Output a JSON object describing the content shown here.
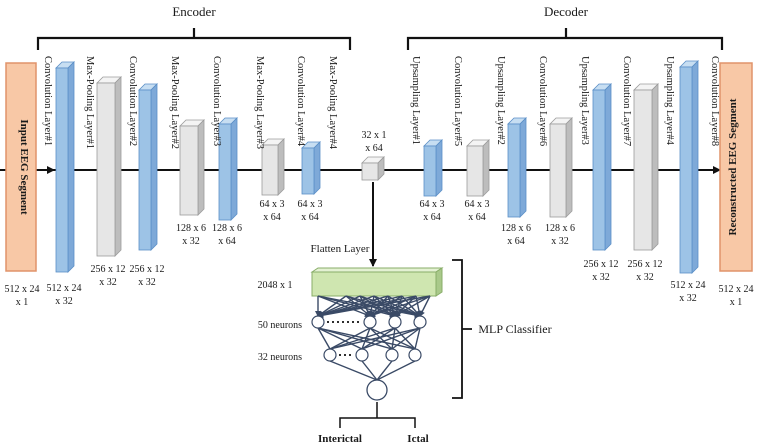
{
  "section_titles": {
    "encoder": "Encoder",
    "decoder": "Decoder"
  },
  "endpoints": {
    "input_label": "Input EEG Segment",
    "output_label": "Reconstructed EEG Segment",
    "input_dims": [
      "512 x 24",
      "x 1"
    ],
    "output_dims": [
      "512 x 24",
      "x 1"
    ]
  },
  "blocks": [
    {
      "id": "conv1",
      "kind": "conv",
      "label": "Convolution Layer#1",
      "dims": [
        "512 x 24",
        "x 32"
      ]
    },
    {
      "id": "pool1",
      "kind": "pool",
      "label": "Max-Pooling Layer#1",
      "dims": [
        "256 x 12",
        "x 32"
      ]
    },
    {
      "id": "conv2",
      "kind": "conv",
      "label": "Convolution Layer#2",
      "dims": [
        "256 x 12",
        "x 32"
      ]
    },
    {
      "id": "pool2",
      "kind": "pool",
      "label": "Max-Pooling Layer#2",
      "dims": [
        "128 x 6",
        "x 32"
      ]
    },
    {
      "id": "conv3",
      "kind": "conv",
      "label": "Convolution Layer#3",
      "dims": [
        "128 x 6",
        "x 64"
      ]
    },
    {
      "id": "pool3",
      "kind": "pool",
      "label": "Max-Pooling Layer#3",
      "dims": [
        "64 x 3",
        "x 64"
      ]
    },
    {
      "id": "conv4",
      "kind": "conv",
      "label": "Convolution Layer#4",
      "dims": [
        "64 x 3",
        "x 64"
      ]
    },
    {
      "id": "pool4",
      "kind": "pool",
      "label": "Max-Pooling Layer#4",
      "dims": []
    },
    {
      "id": "bottleneck",
      "kind": "pool",
      "label": "",
      "dims": [
        "32 x 1",
        "x 64"
      ]
    },
    {
      "id": "ups1",
      "kind": "conv",
      "label": "Upsampling Layer#1",
      "dims": [
        "64 x 3",
        "x 64"
      ]
    },
    {
      "id": "conv5",
      "kind": "pool",
      "label": "Convolution Layer#5",
      "dims": [
        "64 x 3",
        "x 64"
      ]
    },
    {
      "id": "ups2",
      "kind": "conv",
      "label": "Upsampling Layer#2",
      "dims": [
        "128 x 6",
        "x 64"
      ]
    },
    {
      "id": "conv6",
      "kind": "pool",
      "label": "Convolution Layer#6",
      "dims": [
        "128 x 6",
        "x 32"
      ]
    },
    {
      "id": "ups3",
      "kind": "conv",
      "label": "Upsampling Layer#3",
      "dims": [
        "256 x 12",
        "x 32"
      ]
    },
    {
      "id": "conv7",
      "kind": "pool",
      "label": "Convolution Layer#7",
      "dims": [
        "256 x 12",
        "x 32"
      ]
    },
    {
      "id": "ups4",
      "kind": "conv",
      "label": "Upsampling Layer#4",
      "dims": [
        "512 x 24",
        "x 32"
      ]
    },
    {
      "id": "conv8",
      "kind": "none",
      "label": "Convolution Layer#8",
      "dims": []
    }
  ],
  "mlp": {
    "flatten_label": "Flatten Layer",
    "flatten_size": "2048 x 1",
    "layer1_label": "50 neurons",
    "layer2_label": "32 neurons",
    "classifier_label": "MLP Classifier",
    "outputs": [
      "Interictal",
      "Ictal"
    ]
  },
  "colors": {
    "conv_blue": "#9dc3e6",
    "conv_blue_dark": "#5b8fc7",
    "pool_gray": "#e6e6e6",
    "pool_gray_dark": "#9c9c9c",
    "endpoint_fill": "#f8c8a6",
    "endpoint_edge": "#e0936a",
    "flatten_fill": "#cfe6b0",
    "flatten_edge": "#88ad68",
    "line": "#3a4a66"
  }
}
